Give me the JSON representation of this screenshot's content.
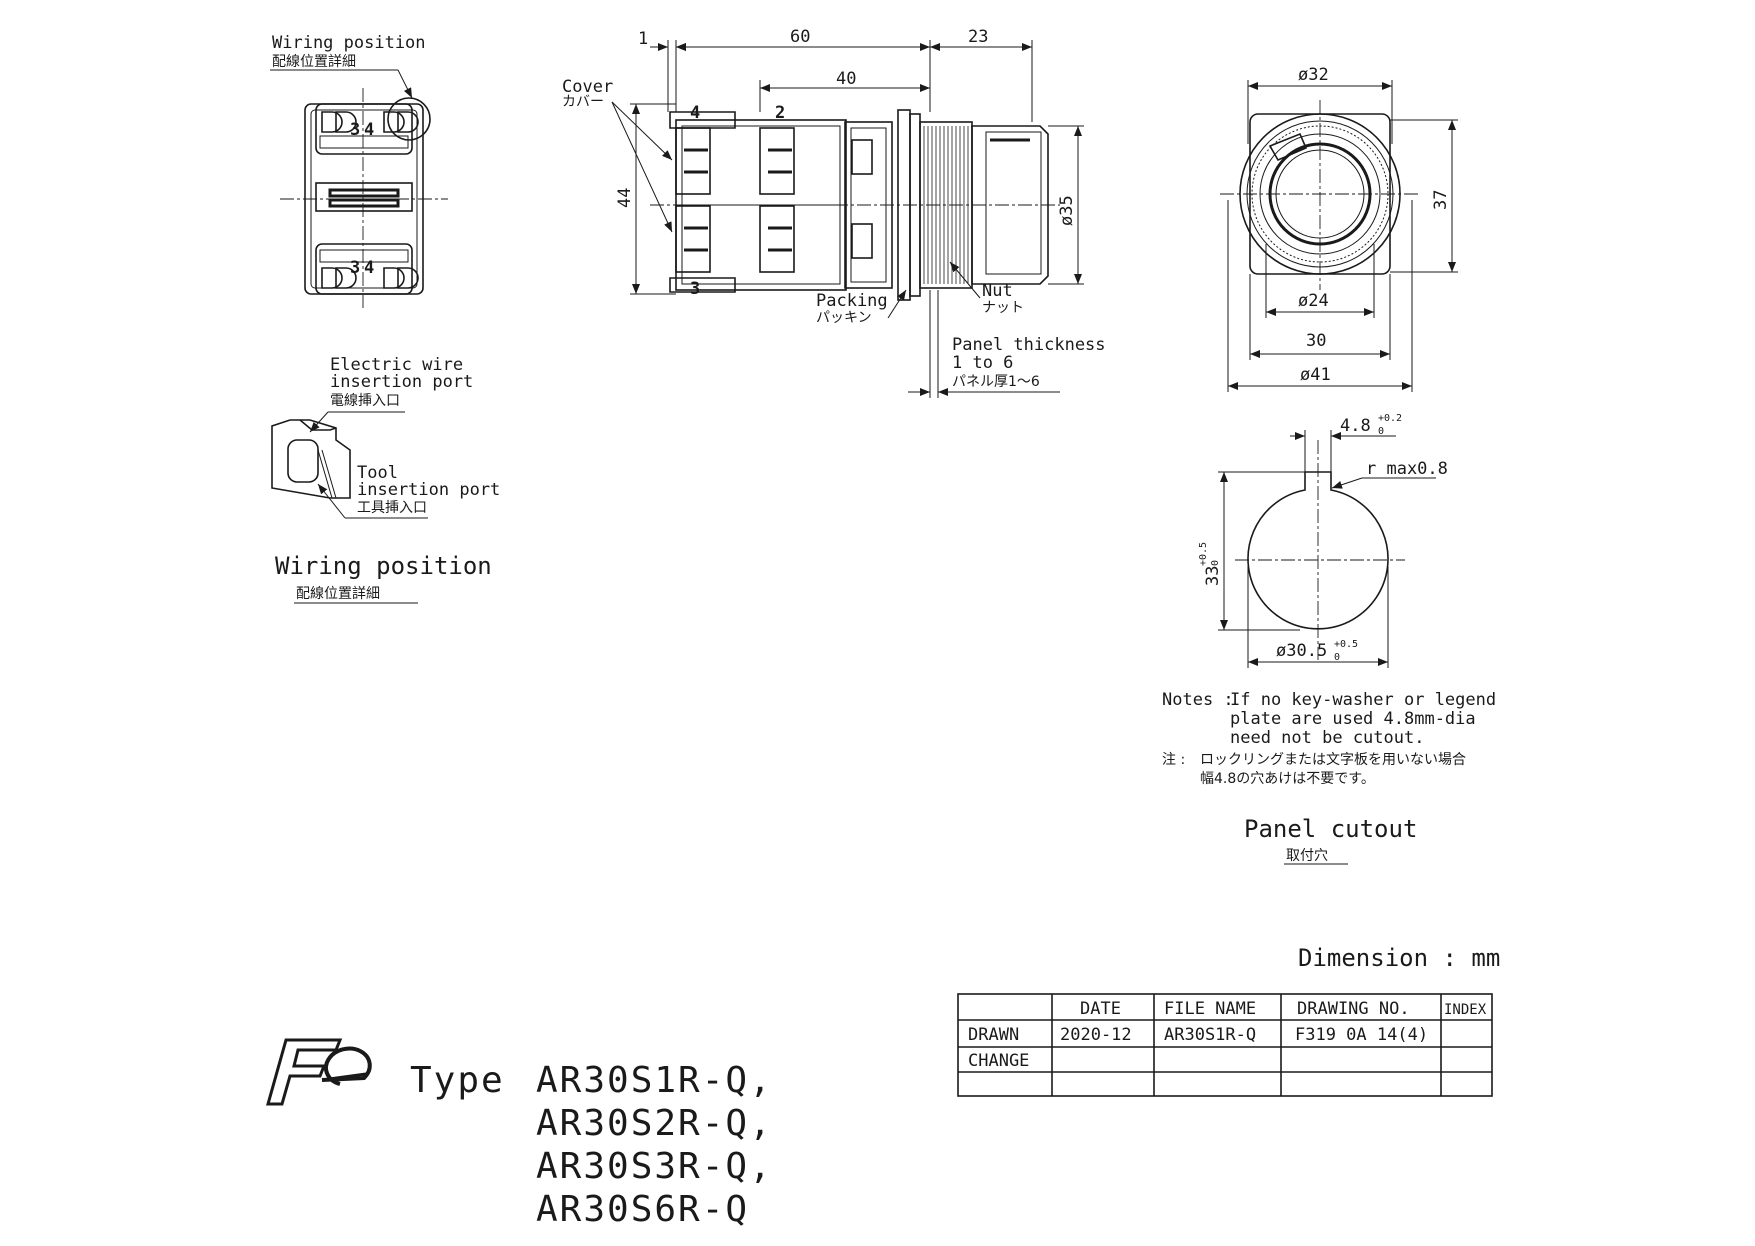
{
  "labels": {
    "wiring_top_en": "Wiring position",
    "wiring_top_jp": "配線位置詳細",
    "terminal_3": "3",
    "terminal_4": "4",
    "terminal_2": "2",
    "cover_en": "Cover",
    "cover_jp": "カバー",
    "packing_en": "Packing",
    "packing_jp": "パッキン",
    "nut_en": "Nut",
    "nut_jp": "ナット",
    "panel_thickness_en": "Panel thickness",
    "panel_thickness_range": "1 to 6",
    "panel_thickness_jp": "パネル厚1～6",
    "wire_port_en_1": "Electric wire",
    "wire_port_en_2": "insertion port",
    "wire_port_jp": "電線挿入口",
    "tool_port_en_1": "Tool",
    "tool_port_en_2": "insertion port",
    "tool_port_jp": "工具挿入口",
    "wiring_caption_en": "Wiring position",
    "wiring_caption_jp": "配線位置詳細",
    "panel_cutout_en": "Panel cutout",
    "panel_cutout_jp": "取付穴",
    "dimension_unit": "Dimension : mm"
  },
  "dimensions": {
    "d1": "1",
    "d60": "60",
    "d23": "23",
    "d40": "40",
    "d44": "44",
    "d35": "ø35",
    "d32": "ø32",
    "d37": "37",
    "d24": "ø24",
    "d30": "30",
    "d41": "ø41",
    "slot_width": "4.8",
    "slot_tol_upper": "+0.2",
    "slot_tol_lower": "0",
    "r_max": "r max0.8",
    "cut_height": "33",
    "cut_height_tol_upper": "+0.5",
    "cut_height_tol_lower": "0",
    "cut_dia": "ø30.5",
    "cut_dia_tol_upper": "+0.5",
    "cut_dia_tol_lower": "0"
  },
  "notes": {
    "label": "Notes :",
    "line1": "If no key-washer or legend",
    "line2": "plate are used 4.8mm-dia",
    "line3": "need not be cutout.",
    "jp_label": "注 :",
    "jp_line1": "ロックリングまたは文字板を用いない場合",
    "jp_line2": "幅4.8の穴あけは不要です。"
  },
  "title_block": {
    "headers": [
      "",
      "DATE",
      "FILE NAME",
      "DRAWING NO.",
      "INDEX"
    ],
    "rows": [
      [
        "DRAWN",
        "2020-12",
        "AR30S1R-Q",
        "F319 0A 14(4)",
        ""
      ],
      [
        "CHANGE",
        "",
        "",
        "",
        ""
      ],
      [
        "",
        "",
        "",
        "",
        ""
      ]
    ]
  },
  "type_block": {
    "prefix": "Type",
    "models": [
      "AR30S1R-Q,",
      "AR30S2R-Q,",
      "AR30S3R-Q,",
      "AR30S6R-Q"
    ]
  }
}
